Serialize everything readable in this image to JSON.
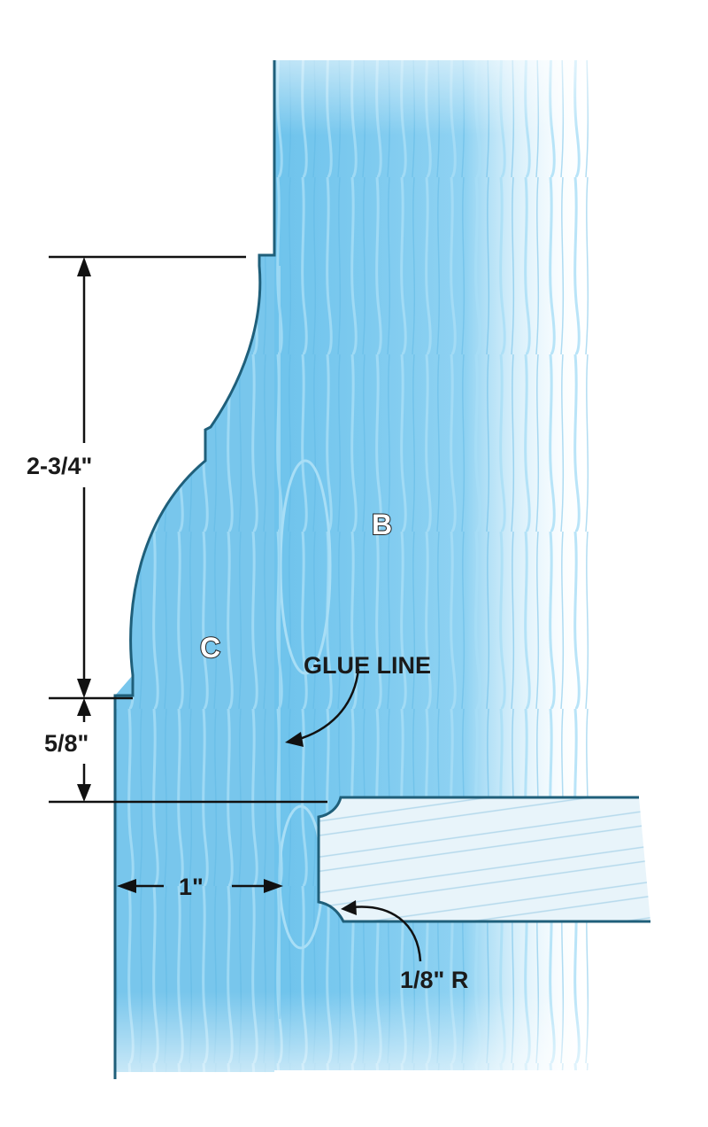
{
  "labels": {
    "height_upper": "2-3/4\"",
    "height_lower": "5/8\"",
    "width": "1\"",
    "radius": "1/8\" R",
    "glue_line": "GLUE LINE",
    "part_b": "B",
    "part_c": "C"
  },
  "colors": {
    "wood": "#7cc8ee",
    "wood_light": "#bfe6f8",
    "outline": "#1f5f7a",
    "dimension": "#111111"
  }
}
